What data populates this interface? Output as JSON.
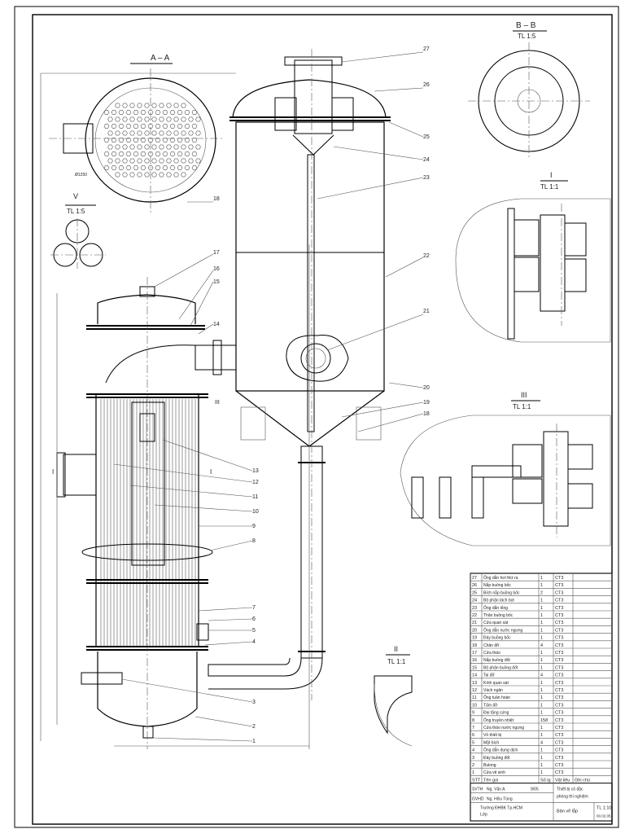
{
  "views": {
    "section_aa": "A – A",
    "section_bb": "B – B",
    "detail_i": "I",
    "detail_ii": "II",
    "detail_iii": "III",
    "detail_v": "V",
    "scale_bb": "TL 1:5",
    "scale_v": "TL 1:5",
    "scale_i": "TL 1:1",
    "scale_iii": "TL 1:1",
    "scale_ii": "TL 1:1"
  },
  "callouts": {
    "c27": "27",
    "c26": "26",
    "c25": "25",
    "c24": "24",
    "c23": "23",
    "c22": "22",
    "c21": "21",
    "c20": "20",
    "c19": "19",
    "c18": "18",
    "c17": "17",
    "c16": "16",
    "c15": "15",
    "c14": "14",
    "c13": "13",
    "c12": "12",
    "c11": "11",
    "c10": "10",
    "c9": "9",
    "c8": "8",
    "c7": "7",
    "c6": "6",
    "c5": "5",
    "c4": "4",
    "c3": "3",
    "c2": "2",
    "c1": "1"
  },
  "section_marks": {
    "left": "I",
    "right": "I",
    "mid": "III"
  },
  "parts_table": {
    "rows": [
      [
        "27",
        "Ống dẫn hơi thứ ra",
        "1",
        "CT3"
      ],
      [
        "26",
        "Nắp buồng bốc",
        "1",
        "CT3"
      ],
      [
        "25",
        "Bích nắp buồng bốc",
        "2",
        "CT3"
      ],
      [
        "24",
        "Bộ phận tách bọt",
        "1",
        "CT3"
      ],
      [
        "23",
        "Ống dẫn lỏng",
        "1",
        "CT3"
      ],
      [
        "22",
        "Thân buồng bốc",
        "1",
        "CT3"
      ],
      [
        "21",
        "Cửa quan sát",
        "1",
        "CT3"
      ],
      [
        "20",
        "Ống dẫn nước ngưng",
        "1",
        "CT3"
      ],
      [
        "19",
        "Đáy buồng bốc",
        "1",
        "CT3"
      ],
      [
        "18",
        "Chân đỡ",
        "4",
        "CT3"
      ],
      [
        "17",
        "Cửa tháo",
        "1",
        "CT3"
      ],
      [
        "16",
        "Nắp buồng đốt",
        "1",
        "CT3"
      ],
      [
        "15",
        "Bộ phận buồng đốt",
        "1",
        "CT3"
      ],
      [
        "14",
        "Tai đỡ",
        "4",
        "CT3"
      ],
      [
        "13",
        "Kính quan sát",
        "1",
        "CT3"
      ],
      [
        "12",
        "Vách ngăn",
        "1",
        "CT3"
      ],
      [
        "11",
        "Ống tuần hoàn",
        "1",
        "CT3"
      ],
      [
        "10",
        "Tấm đỡ",
        "1",
        "CT3"
      ],
      [
        "9",
        "Đai tăng cứng",
        "1",
        "CT3"
      ],
      [
        "8",
        "Ống truyền nhiệt",
        "158",
        "CT3"
      ],
      [
        "7",
        "Cửa tháo nước ngưng",
        "1",
        "CT3"
      ],
      [
        "6",
        "Vỏ thiết bị",
        "1",
        "CT3"
      ],
      [
        "5",
        "Mặt bích",
        "4",
        "CT3"
      ],
      [
        "4",
        "Ống dẫn dung dịch",
        "1",
        "CT3"
      ],
      [
        "3",
        "Đáy buồng đốt",
        "1",
        "CT3"
      ],
      [
        "2",
        "Bulong",
        "1",
        "CT3"
      ],
      [
        "1",
        "Cửa vệ sinh",
        "1",
        "CT3"
      ]
    ],
    "header": [
      "STT",
      "Tên gọi",
      "Số lg",
      "Vật liệu",
      "Ghi chú"
    ],
    "title_block": {
      "svth_label": "SVTH",
      "svth_name": "Ng. Văn A",
      "date": "9/05",
      "gvhd_label": "GVHD",
      "gvhd_name": "Ng. Hữu Tùng",
      "title_line1": "Thiết bị cô đặc",
      "title_line2": "phòng thí nghiệm",
      "school": "Trường ĐHBK Tp.HCM",
      "class": "Lớp",
      "drawing": "Bản vẽ lắp",
      "scale": "TL 1:10",
      "number": "00.02.05"
    }
  }
}
